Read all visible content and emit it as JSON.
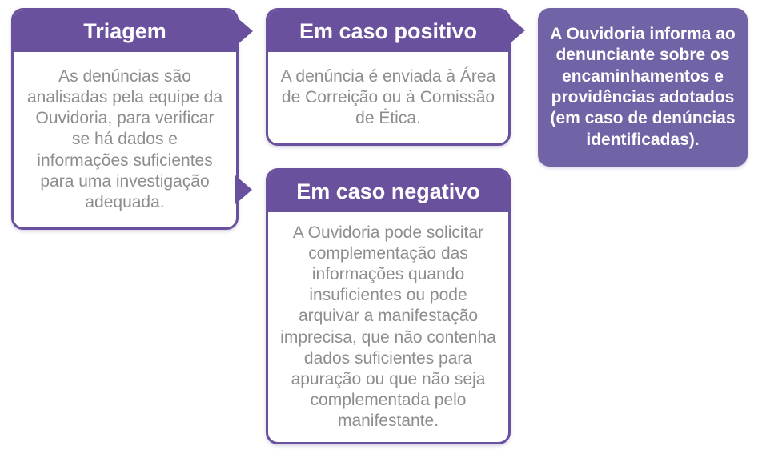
{
  "colors": {
    "purple_dark": "#6a519d",
    "purple_light": "#7163a5",
    "body_text": "#8d8d8d",
    "header_text": "#ffffff"
  },
  "boxes": {
    "triagem": {
      "title": "Triagem",
      "body": "As denúncias são analisadas pela equipe da Ouvidoria, para verificar se há dados e informações suficientes para uma investigação adequada."
    },
    "positivo": {
      "title": "Em caso positivo",
      "body": "A denúncia é enviada à Área de Correição ou à Comissão de Ética."
    },
    "negativo": {
      "title": "Em caso negativo",
      "body": "A Ouvidoria pode solicitar complementação das informações quando insuficientes ou pode arquivar a manifestação imprecisa, que não contenha dados suficientes para apuração ou que não seja complementada pelo manifestante."
    },
    "informe": {
      "body": "A Ouvidoria informa ao denunciante sobre os encaminhamentos e providências adotados (em caso de denúncias identificadas)."
    }
  },
  "icons": {
    "arrow_right": "triangle pointing right"
  }
}
